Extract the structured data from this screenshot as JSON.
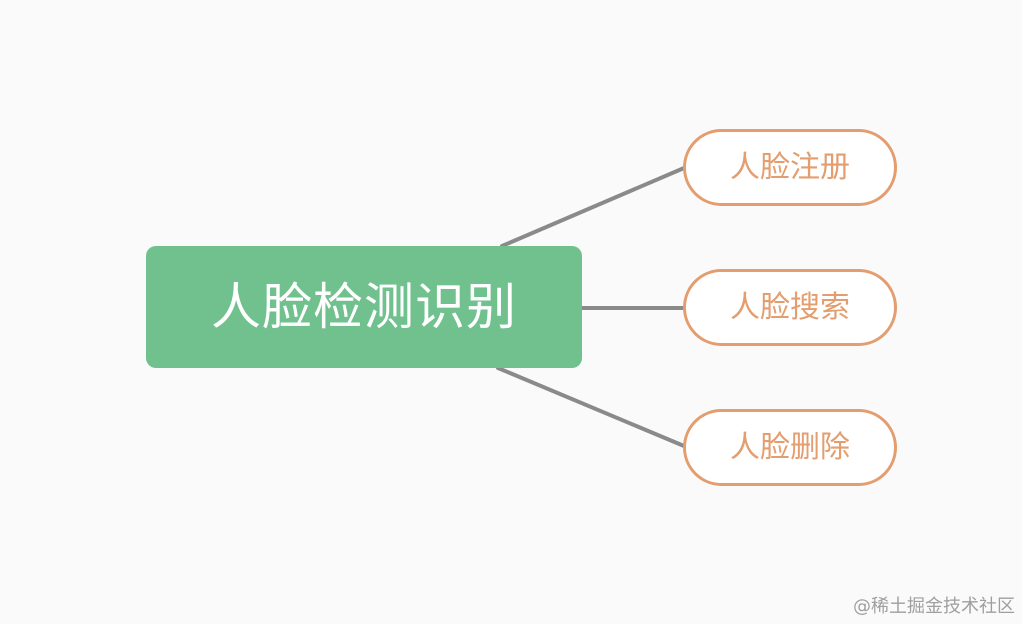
{
  "diagram": {
    "root": {
      "label": "人脸检测识别"
    },
    "children": [
      {
        "label": "人脸注册"
      },
      {
        "label": "人脸搜索"
      },
      {
        "label": "人脸删除"
      }
    ],
    "colors": {
      "background": "#fafafa",
      "root_fill": "#71c18f",
      "root_text": "#ffffff",
      "child_border": "#e39d6e",
      "child_text": "#e39d6e",
      "connector": "#8a8a8a"
    }
  },
  "watermark": {
    "text": "@稀土掘金技术社区"
  }
}
